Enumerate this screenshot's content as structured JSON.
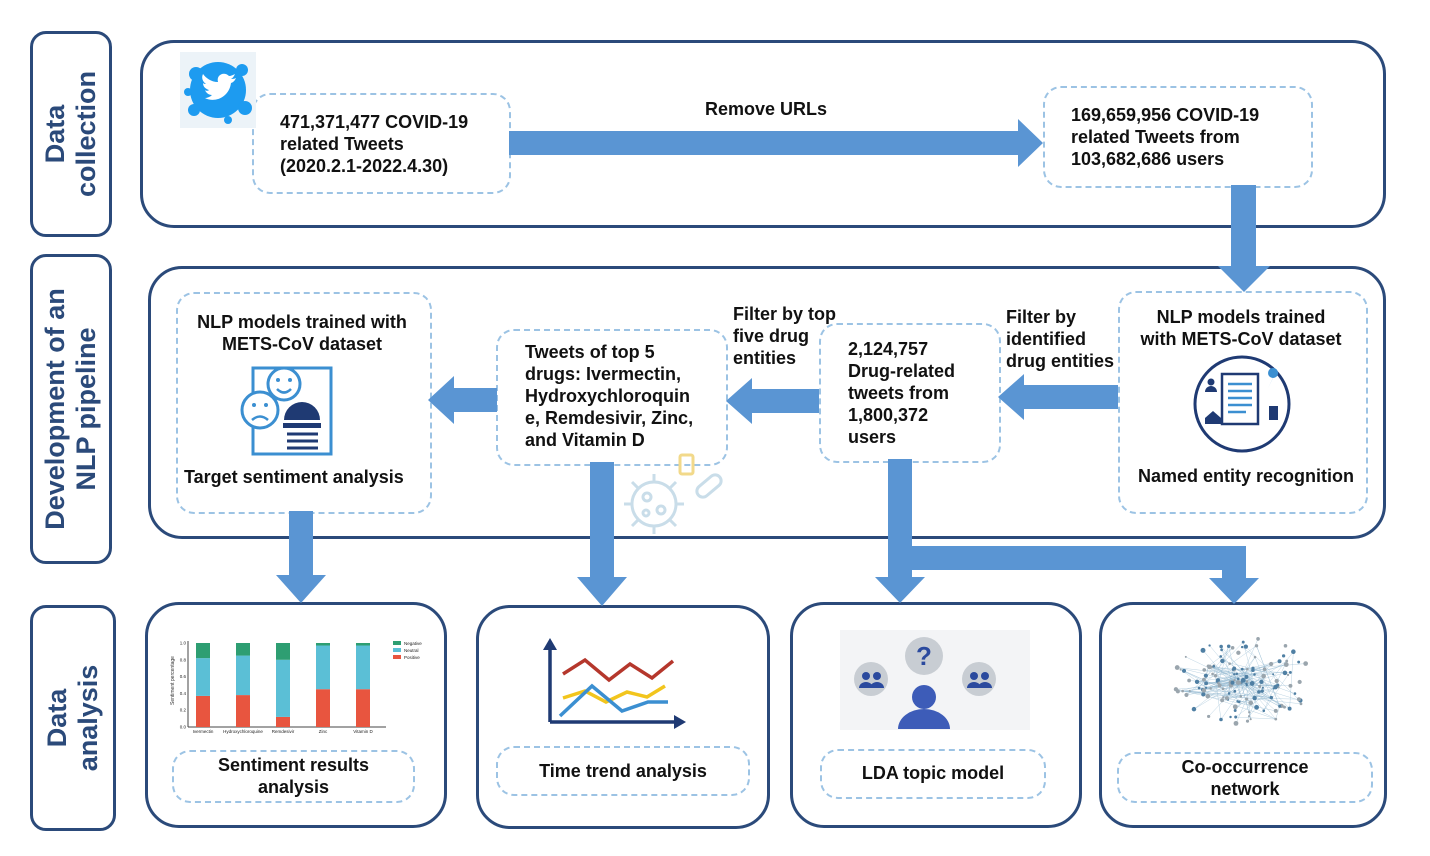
{
  "stages": {
    "collection": "Data\ncollection",
    "pipeline": "Development of an\nNLP pipeline",
    "analysis": "Data\nanalysis"
  },
  "collection": {
    "raw_tweets": "471,371,477 COVID-19\nrelated Tweets\n(2020.2.1-2022.4.30)",
    "remove_urls": "Remove URLs",
    "filtered_tweets": "169,659,956 COVID-19\nrelated Tweets from\n103,682,686 users"
  },
  "pipeline": {
    "ner_title": "NLP models trained\nwith METS-CoV dataset",
    "ner_caption": "Named entity recognition",
    "filter_identified": "Filter by\nidentified\ndrug entities",
    "drug_tweets": "2,124,757\nDrug-related\ntweets from\n1,800,372\nusers",
    "filter_top": "Filter by top\nfive drug\nentities",
    "top5_tweets": "Tweets of top 5\ndrugs: Ivermectin,\nHydroxychloroquin\ne, Remdesivir, Zinc,\nand Vitamin D",
    "tsa_title": "NLP models trained with\nMETS-CoV dataset",
    "tsa_caption": "Target sentiment analysis"
  },
  "analysis": {
    "sentiment": "Sentiment results\nanalysis",
    "time_trend": "Time trend analysis",
    "lda": "LDA topic model",
    "cooccurrence": "Co-occurrence\nnetwork"
  },
  "chart_data": {
    "type": "bar",
    "stacked": true,
    "categories": [
      "Ivermectin",
      "Hydroxychloroquine",
      "Remdesivir",
      "Zinc",
      "Vitamin D"
    ],
    "series": [
      {
        "name": "Positive",
        "values": [
          0.37,
          0.38,
          0.12,
          0.45,
          0.45
        ],
        "color": "#e8553f"
      },
      {
        "name": "Neutral",
        "values": [
          0.45,
          0.47,
          0.68,
          0.52,
          0.52
        ],
        "color": "#5bbfd6"
      },
      {
        "name": "Negative",
        "values": [
          0.18,
          0.15,
          0.2,
          0.03,
          0.03
        ],
        "color": "#2e9e72"
      }
    ],
    "ylabel": "Sentiment percentage",
    "yticks": [
      "0.0",
      "0.2",
      "0.4",
      "0.6",
      "0.8",
      "1.0"
    ],
    "ylim": [
      0,
      1
    ],
    "legend": "top-right"
  },
  "colors": {
    "arrow": "#5a95d3",
    "border": "#2b4a7a",
    "dashed": "#9cc3e4",
    "icon_blue": "#3b8fd1",
    "icon_navy": "#1f3a73",
    "twitter": "#1d9bf0"
  },
  "icons": [
    "twitter-icon",
    "ner-document-icon",
    "sentiment-faces-icon",
    "virus-icon",
    "line-chart-icon",
    "topic-people-icon",
    "network-graph-icon"
  ]
}
